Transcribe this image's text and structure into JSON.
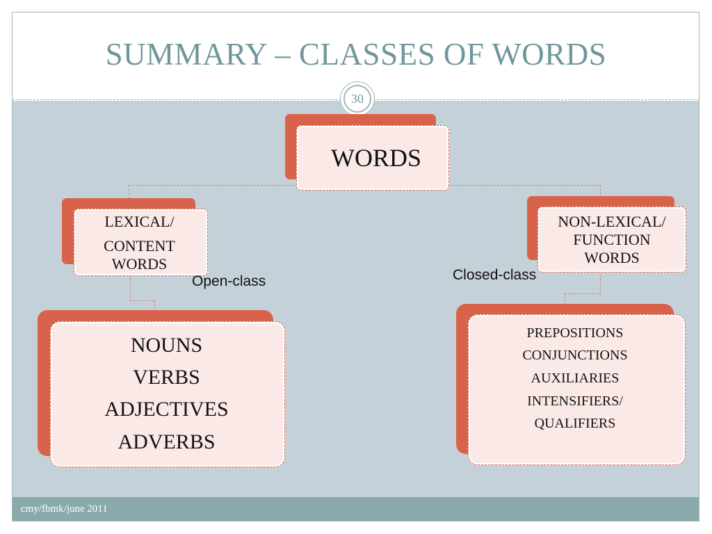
{
  "slide": {
    "title": "SUMMARY – CLASSES OF WORDS",
    "page_number": "30",
    "footer": "cmy/fbmk/june 2011"
  },
  "diagram": {
    "root": {
      "label": "WORDS"
    },
    "lexical": {
      "line1": "LEXICAL/",
      "line2": "CONTENT",
      "line3": "WORDS"
    },
    "non_lexical": {
      "line1": "NON-LEXICAL/",
      "line2": "FUNCTION",
      "line3": "WORDS"
    },
    "open_class_label": "Open-class",
    "closed_class_label": "Closed-class",
    "open_items": [
      "NOUNS",
      "VERBS",
      "ADJECTIVES",
      "ADVERBS"
    ],
    "closed_items": [
      "PREPOSITIONS",
      "CONJUNCTIONS",
      "AUXILIARIES",
      "INTENSIFIERS/",
      "QUALIFIERS"
    ],
    "colors": {
      "box_back": "#d9634a",
      "box_front": "#fbe9e8",
      "background": "#c5d1d8",
      "title": "#6f979b",
      "footer_bar": "#8aa9ab"
    }
  }
}
